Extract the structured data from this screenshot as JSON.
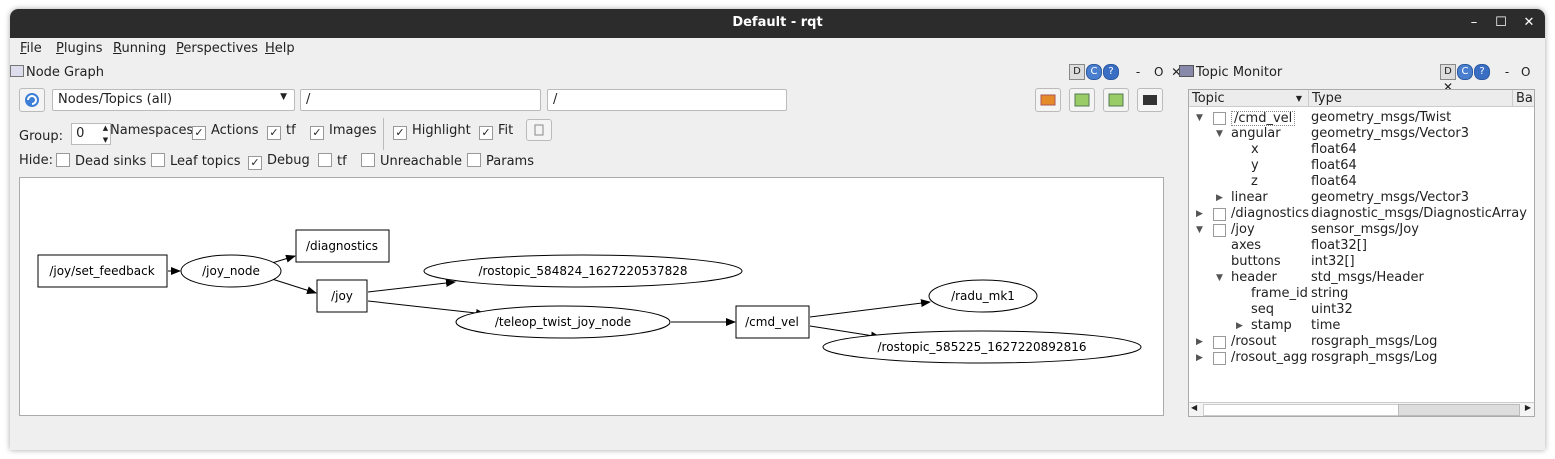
{
  "window": {
    "title": "Default - rqt",
    "controls": [
      "–",
      "☐",
      "✕"
    ]
  },
  "menubar": [
    {
      "label": "File",
      "accel": "F",
      "rest": "ile"
    },
    {
      "label": "Plugins",
      "accel": "P",
      "rest": "lugins"
    },
    {
      "label": "Running",
      "accel": "R",
      "rest": "unning"
    },
    {
      "label": "Perspectives",
      "accel": "P",
      "rest": "erspectives"
    },
    {
      "label": "Help",
      "accel": "H",
      "rest": "elp"
    }
  ],
  "node_graph": {
    "title": "Node Graph",
    "dock_buttons": [
      "D",
      "C",
      "?",
      "-",
      "O",
      "✕"
    ],
    "mode": "Nodes/Topics (all)",
    "filter1": "/",
    "filter2": "/",
    "group_label": "Group:",
    "group_value": "0",
    "options": [
      {
        "label": "Namespaces",
        "checked": false
      },
      {
        "label": "Actions",
        "checked": true
      },
      {
        "label": "tf",
        "checked": true
      },
      {
        "label": "Images",
        "checked": true
      },
      {
        "label": "Highlight",
        "checked": true
      },
      {
        "label": "Fit",
        "checked": true
      }
    ],
    "hide_label": "Hide:",
    "hide_options": [
      {
        "label": "Dead sinks",
        "checked": false
      },
      {
        "label": "Leaf topics",
        "checked": false
      },
      {
        "label": "Debug",
        "checked": true
      },
      {
        "label": "tf",
        "checked": false
      },
      {
        "label": "Unreachable",
        "checked": false
      },
      {
        "label": "Params",
        "checked": false
      }
    ],
    "graph": {
      "topics": [
        "/joy/set_feedback",
        "/diagnostics",
        "/joy",
        "/cmd_vel"
      ],
      "nodes": [
        "/joy_node",
        "/rostopic_584824_1627220537828",
        "/teleop_twist_joy_node",
        "/radu_mk1",
        "/rostopic_585225_1627220892816"
      ]
    }
  },
  "topic_monitor": {
    "title": "Topic Monitor",
    "dock_buttons": [
      "D",
      "C",
      "?",
      "-",
      "O",
      "✕"
    ],
    "columns": [
      "Topic",
      "Type",
      "Ban"
    ],
    "rows": [
      {
        "arrow": "▼",
        "checkbox": true,
        "name": "/cmd_vel",
        "type": "geometry_msgs/Twist",
        "level": 0
      },
      {
        "arrow": "▼",
        "checkbox": false,
        "name": "angular",
        "type": "geometry_msgs/Vector3",
        "level": 1
      },
      {
        "arrow": "",
        "checkbox": false,
        "name": "x",
        "type": "float64",
        "level": 2
      },
      {
        "arrow": "",
        "checkbox": false,
        "name": "y",
        "type": "float64",
        "level": 2
      },
      {
        "arrow": "",
        "checkbox": false,
        "name": "z",
        "type": "float64",
        "level": 2
      },
      {
        "arrow": "▶",
        "checkbox": false,
        "name": "linear",
        "type": "geometry_msgs/Vector3",
        "level": 1
      },
      {
        "arrow": "▶",
        "checkbox": true,
        "name": "/diagnostics",
        "type": "diagnostic_msgs/DiagnosticArray",
        "level": 0
      },
      {
        "arrow": "▼",
        "checkbox": true,
        "name": "/joy",
        "type": "sensor_msgs/Joy",
        "level": 0
      },
      {
        "arrow": "",
        "checkbox": false,
        "name": "axes",
        "type": "float32[]",
        "level": 1
      },
      {
        "arrow": "",
        "checkbox": false,
        "name": "buttons",
        "type": "int32[]",
        "level": 1
      },
      {
        "arrow": "▼",
        "checkbox": false,
        "name": "header",
        "type": "std_msgs/Header",
        "level": 1
      },
      {
        "arrow": "",
        "checkbox": false,
        "name": "frame_id",
        "type": "string",
        "level": 2
      },
      {
        "arrow": "",
        "checkbox": false,
        "name": "seq",
        "type": "uint32",
        "level": 2
      },
      {
        "arrow": "▶",
        "checkbox": false,
        "name": "stamp",
        "type": "time",
        "level": 2
      },
      {
        "arrow": "▶",
        "checkbox": true,
        "name": "/rosout",
        "type": "rosgraph_msgs/Log",
        "level": 0
      },
      {
        "arrow": "▶",
        "checkbox": true,
        "name": "/rosout_agg",
        "type": "rosgraph_msgs/Log",
        "level": 0
      }
    ]
  }
}
